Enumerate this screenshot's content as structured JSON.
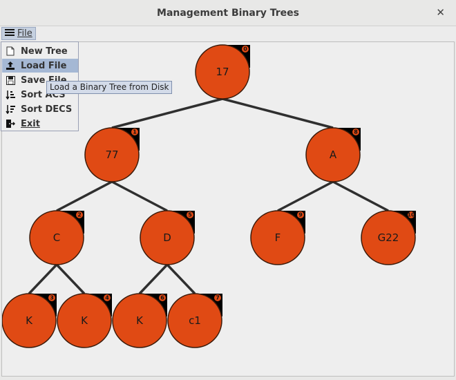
{
  "window": {
    "title": "Management Binary Trees"
  },
  "menubar": {
    "file_label": "File"
  },
  "file_menu": {
    "items": [
      {
        "label": "New Tree",
        "icon": "new-file-icon"
      },
      {
        "label": "Load File",
        "icon": "upload-icon"
      },
      {
        "label": "Save File",
        "icon": "save-icon"
      },
      {
        "label": "Sort ACS",
        "icon": "sort-ascending-icon"
      },
      {
        "label": "Sort DECS",
        "icon": "sort-descending-icon"
      },
      {
        "label": "Exit",
        "icon": "exit-icon"
      }
    ],
    "selected_index": 1
  },
  "tooltip": {
    "text": "Load a Binary Tree from Disk"
  },
  "colors": {
    "node_fill": "#e04a14",
    "node_stroke": "#3a1a0a",
    "edge": "#2f2f2f",
    "badge_bg": "#000000",
    "badge_text": "#ffffff"
  },
  "tree": {
    "nodes": [
      {
        "id": 0,
        "label": "17",
        "index": "0"
      },
      {
        "id": 1,
        "label": "77",
        "index": "1"
      },
      {
        "id": 2,
        "label": "A",
        "index": "8"
      },
      {
        "id": 3,
        "label": "C",
        "index": "2"
      },
      {
        "id": 4,
        "label": "D",
        "index": "5"
      },
      {
        "id": 5,
        "label": "F",
        "index": "9"
      },
      {
        "id": 6,
        "label": "G22",
        "index": "10"
      },
      {
        "id": 7,
        "label": "K",
        "index": "3"
      },
      {
        "id": 8,
        "label": "K",
        "index": "4"
      },
      {
        "id": 9,
        "label": "K",
        "index": "6"
      },
      {
        "id": 10,
        "label": "c1",
        "index": "7"
      }
    ],
    "edges": [
      [
        0,
        1
      ],
      [
        0,
        2
      ],
      [
        1,
        3
      ],
      [
        1,
        4
      ],
      [
        2,
        5
      ],
      [
        2,
        6
      ],
      [
        3,
        7
      ],
      [
        3,
        8
      ],
      [
        4,
        9
      ],
      [
        4,
        10
      ]
    ]
  }
}
